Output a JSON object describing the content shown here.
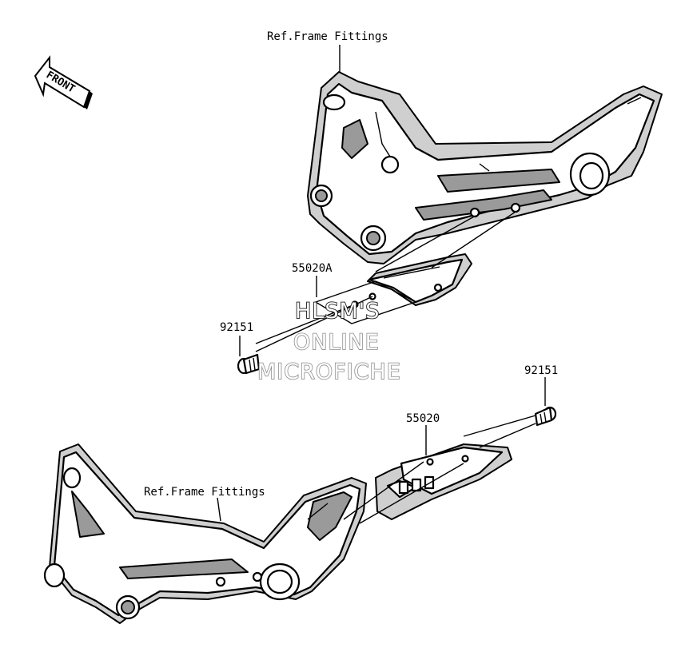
{
  "labels": {
    "frame_fittings_top": "Ref.Frame Fittings",
    "frame_fittings_bottom": "Ref.Frame Fittings",
    "part_55020A": "55020A",
    "part_55020": "55020",
    "bolt_left": "92151",
    "bolt_right": "92151",
    "front_arrow": "FRONT"
  },
  "watermark": {
    "line1": "HLSM'S",
    "line2": "ONLINE",
    "line3": "MICROFICHE"
  }
}
